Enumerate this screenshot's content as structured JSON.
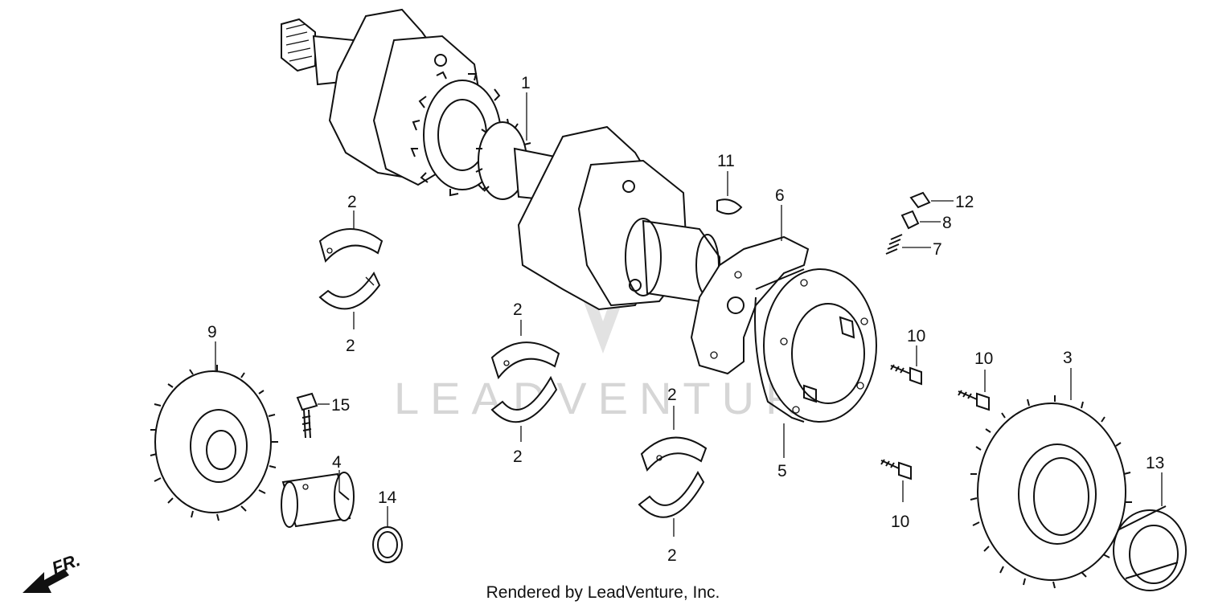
{
  "watermark": "LEADVENTURE",
  "direction_label": "FR.",
  "credit": "Rendered by LeadVenture, Inc.",
  "callouts": {
    "c1": "1",
    "c2a": "2",
    "c2b": "2",
    "c2c": "2",
    "c2d": "2",
    "c2e": "2",
    "c2f": "2",
    "c3": "3",
    "c4": "4",
    "c5": "5",
    "c6": "6",
    "c7": "7",
    "c8": "8",
    "c9": "9",
    "c10a": "10",
    "c10b": "10",
    "c10c": "10",
    "c11": "11",
    "c12": "12",
    "c13": "13",
    "c14": "14",
    "c15": "15"
  }
}
